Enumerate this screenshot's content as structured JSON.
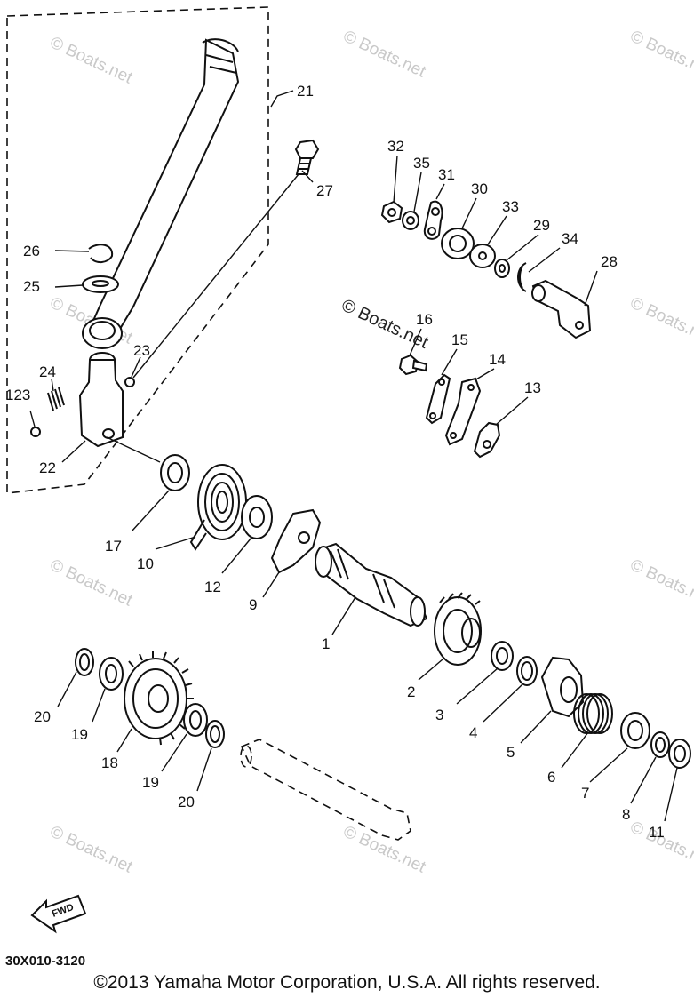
{
  "watermark": "© Boats.net",
  "drawing_code": "30X010-3120",
  "fwd_label": "FWD",
  "copyright": "©2013 Yamaha Motor Corporation, U.S.A. All rights reserved.",
  "callouts": [
    {
      "id": "21",
      "label": "21"
    },
    {
      "id": "27",
      "label": "27"
    },
    {
      "id": "26",
      "label": "26"
    },
    {
      "id": "25",
      "label": "25"
    },
    {
      "id": "23a",
      "label": "23"
    },
    {
      "id": "24",
      "label": "24"
    },
    {
      "id": "23b",
      "label": "123"
    },
    {
      "id": "22",
      "label": "22"
    },
    {
      "id": "32",
      "label": "32"
    },
    {
      "id": "35",
      "label": "35"
    },
    {
      "id": "31",
      "label": "31"
    },
    {
      "id": "30",
      "label": "30"
    },
    {
      "id": "33",
      "label": "33"
    },
    {
      "id": "29",
      "label": "29"
    },
    {
      "id": "34",
      "label": "34"
    },
    {
      "id": "28",
      "label": "28"
    },
    {
      "id": "16",
      "label": "16"
    },
    {
      "id": "15",
      "label": "15"
    },
    {
      "id": "14",
      "label": "14"
    },
    {
      "id": "13",
      "label": "13"
    },
    {
      "id": "17",
      "label": "17"
    },
    {
      "id": "10",
      "label": "10"
    },
    {
      "id": "12",
      "label": "12"
    },
    {
      "id": "9",
      "label": "9"
    },
    {
      "id": "1",
      "label": "1"
    },
    {
      "id": "2",
      "label": "2"
    },
    {
      "id": "3",
      "label": "3"
    },
    {
      "id": "4",
      "label": "4"
    },
    {
      "id": "5",
      "label": "5"
    },
    {
      "id": "6",
      "label": "6"
    },
    {
      "id": "7",
      "label": "7"
    },
    {
      "id": "8",
      "label": "8"
    },
    {
      "id": "11",
      "label": "11"
    },
    {
      "id": "20a",
      "label": "20"
    },
    {
      "id": "19a",
      "label": "19"
    },
    {
      "id": "18",
      "label": "18"
    },
    {
      "id": "19b",
      "label": "19"
    },
    {
      "id": "20b",
      "label": "20"
    }
  ]
}
